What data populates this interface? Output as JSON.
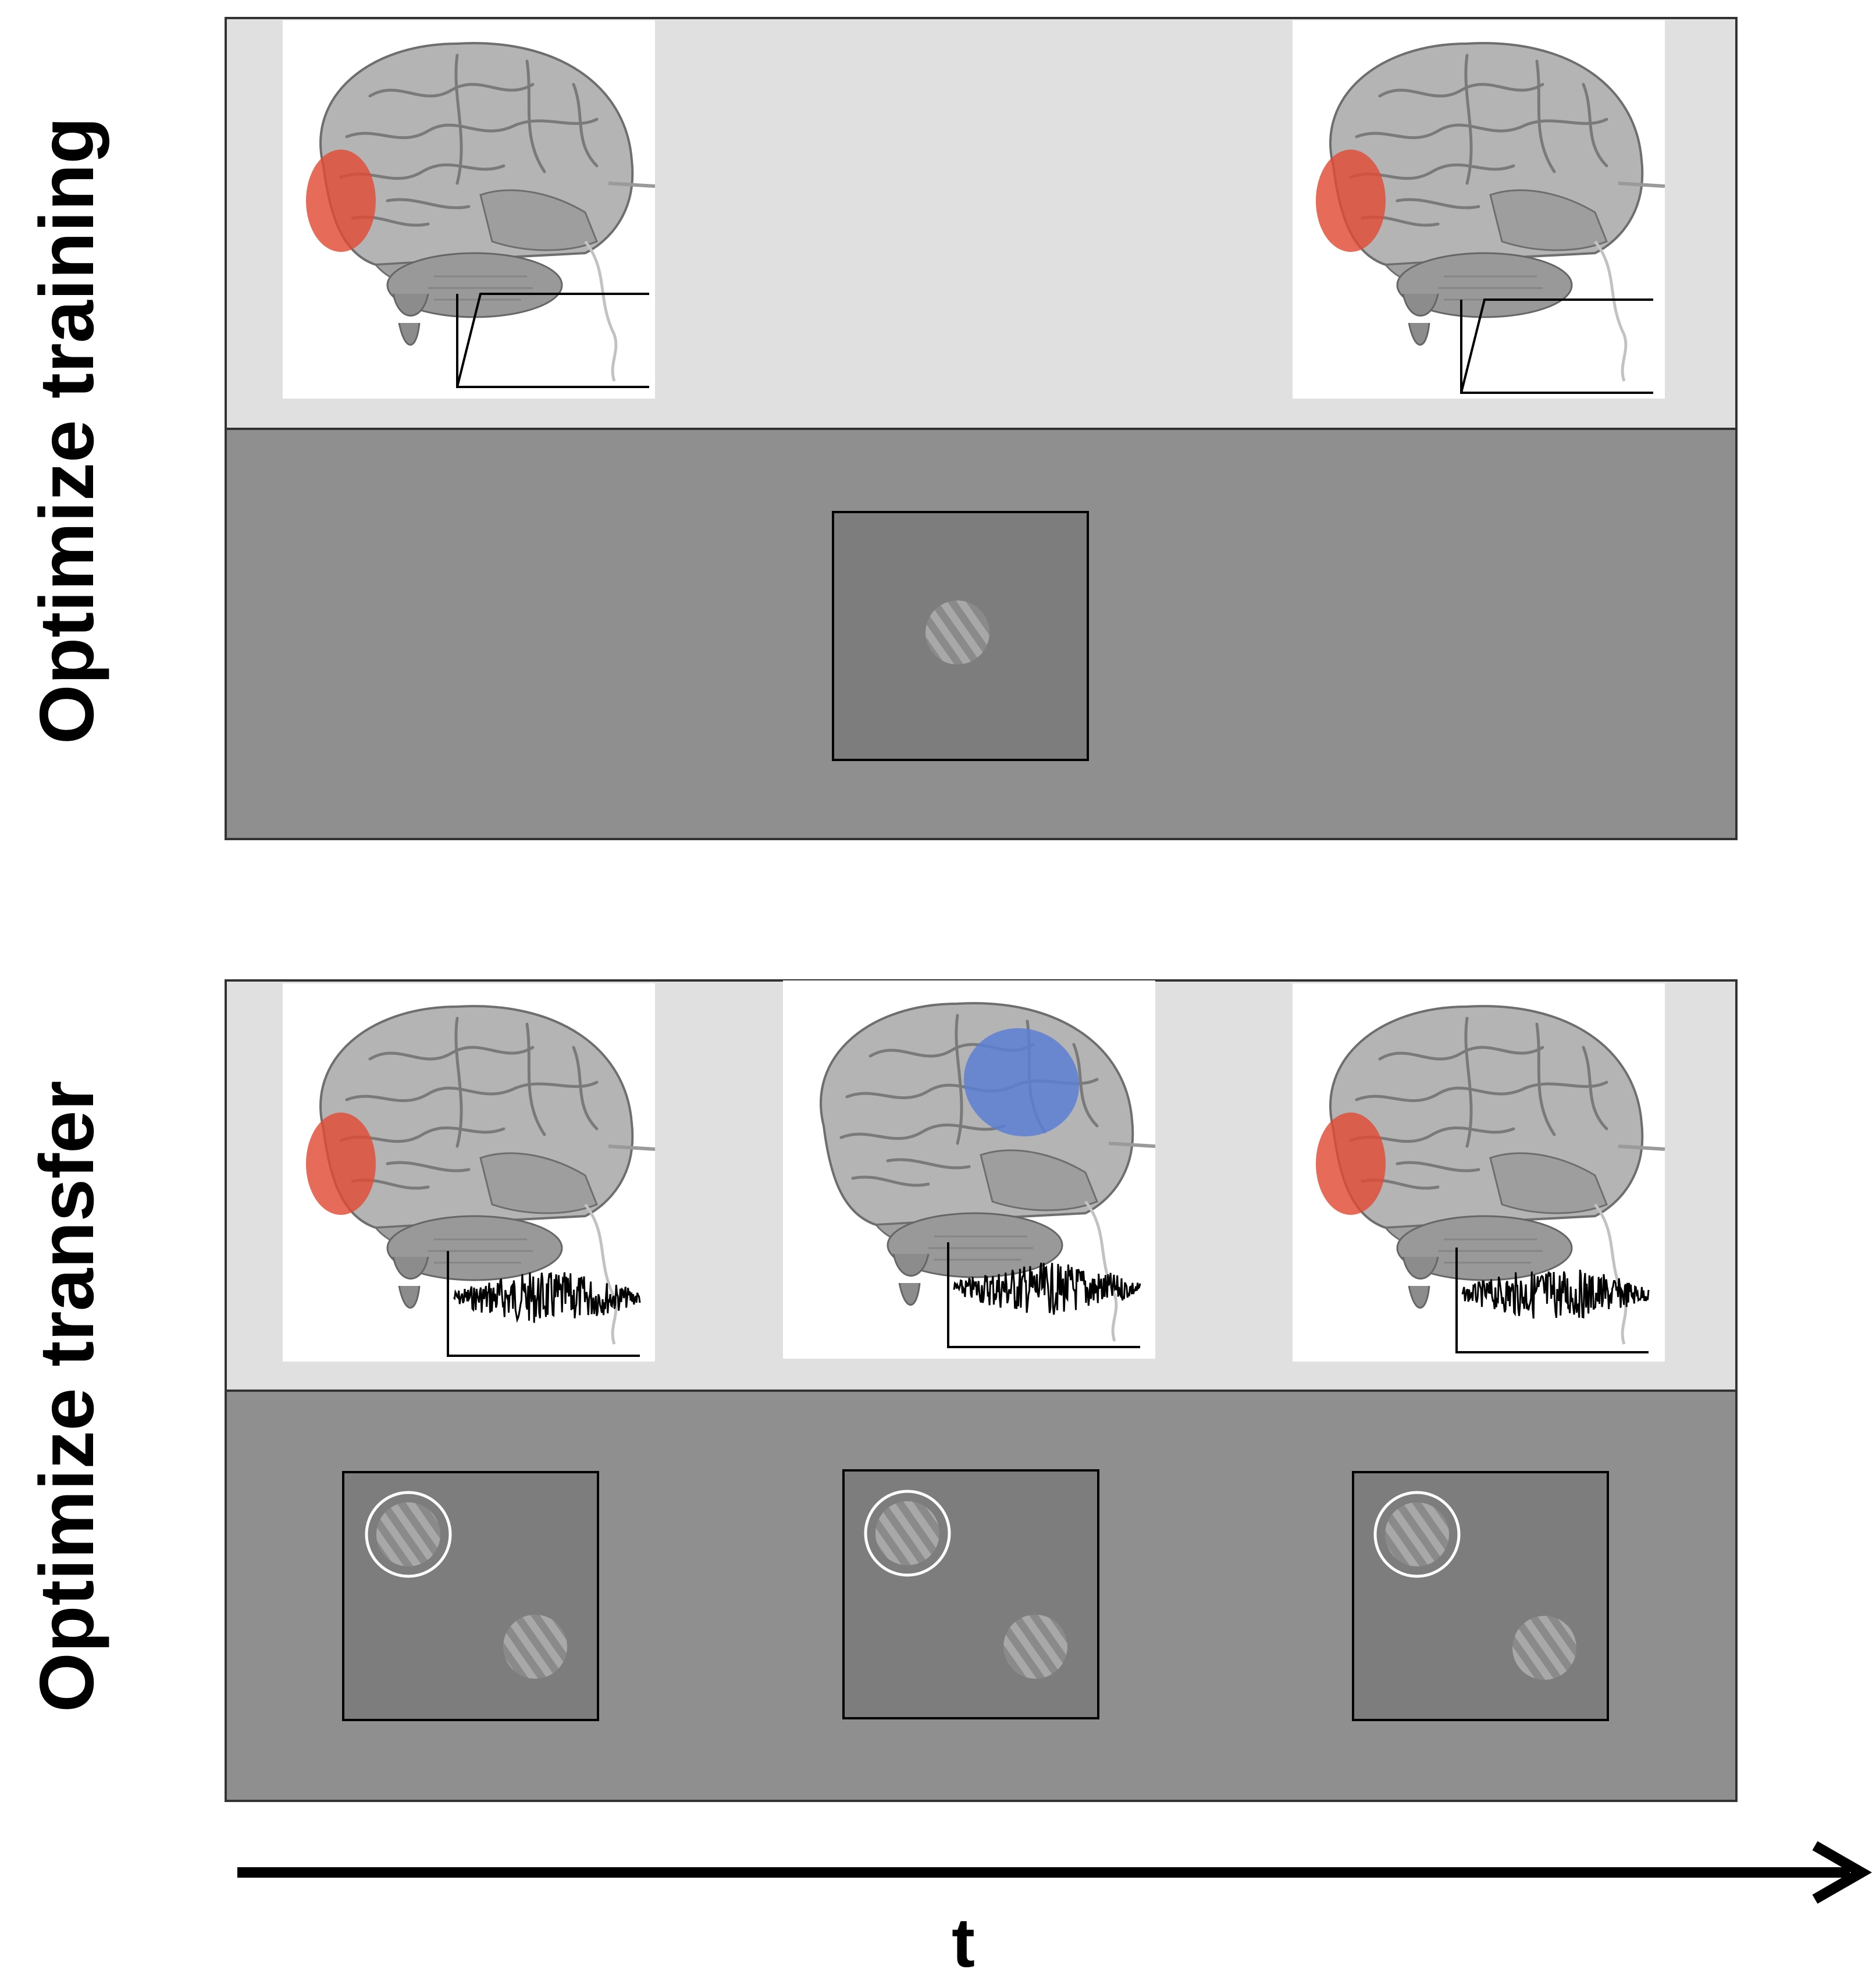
{
  "labels": {
    "row1": "Optimize training",
    "row2": "Optimize transfer",
    "time_axis": "t"
  },
  "colors": {
    "stim_band": "#e0e0e0",
    "display_band": "#8f8f8f",
    "screen": "#7d7d7d",
    "grating_stripe": "#a4a4a4",
    "target_region": "#e04a33",
    "second_region": "#5b7fd3",
    "brain": "#a9a9a9",
    "arrow": "#000000"
  },
  "rows": [
    {
      "name": "optimize-training",
      "stimulation": [
        {
          "slot": "left",
          "region": "occipital",
          "waveform": "ramp"
        },
        {
          "slot": "right",
          "region": "occipital",
          "waveform": "ramp"
        }
      ],
      "screens": [
        {
          "slot": "center",
          "gratings": [
            "center"
          ],
          "cued": false
        }
      ]
    },
    {
      "name": "optimize-transfer",
      "stimulation": [
        {
          "slot": "left",
          "region": "occipital",
          "waveform": "noise"
        },
        {
          "slot": "center",
          "region": "parietal",
          "waveform": "noise"
        },
        {
          "slot": "right",
          "region": "occipital",
          "waveform": "noise"
        }
      ],
      "screens": [
        {
          "slot": "left",
          "gratings": [
            "upper-left-cued",
            "lower-right"
          ],
          "cued": true
        },
        {
          "slot": "center",
          "gratings": [
            "upper-left-cued",
            "lower-right"
          ],
          "cued": true
        },
        {
          "slot": "right",
          "gratings": [
            "upper-left-cued",
            "lower-right"
          ],
          "cued": true
        }
      ]
    }
  ]
}
